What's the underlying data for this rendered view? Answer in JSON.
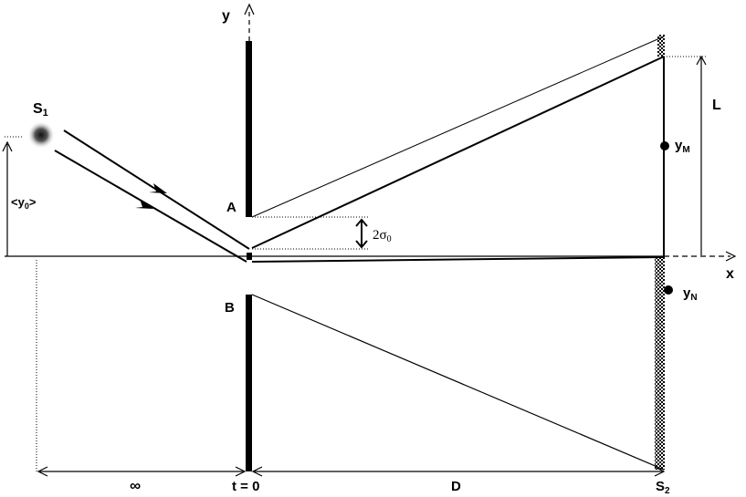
{
  "labels": {
    "y_axis": "y",
    "x_axis": "x",
    "source_1": "S",
    "source_1_sub": "1",
    "mean_position": "<y",
    "mean_position_sub": "0",
    "mean_position_close": ">",
    "slit_a": "A",
    "slit_b": "B",
    "slit_width": "2σ",
    "slit_width_sub": "0",
    "screen_height": "L",
    "point_m": "y",
    "point_m_sub": "M",
    "point_n": "y",
    "point_n_sub": "N",
    "infinity": "∞",
    "time_zero": "t = 0",
    "distance": "D",
    "screen_2": "S",
    "screen_2_sub": "2"
  },
  "colors": {
    "ink": "#000000",
    "source_glow": "#2a2a2a"
  }
}
